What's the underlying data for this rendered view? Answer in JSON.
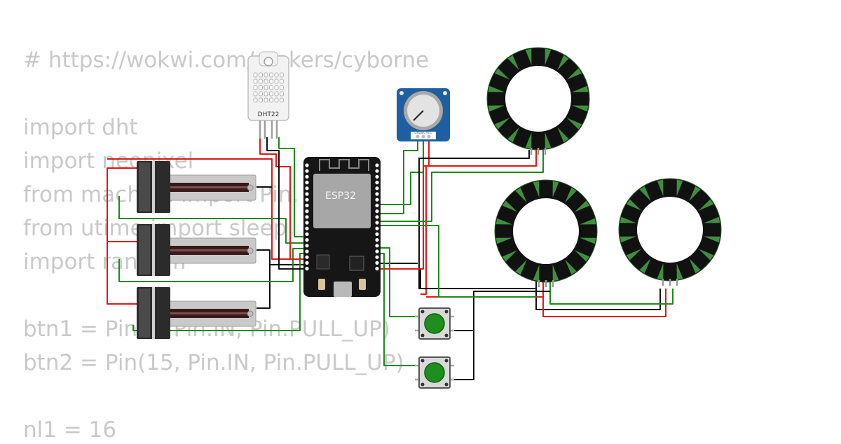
{
  "code_lines": [
    "# https://wokwi.com/makers/cyborne",
    "",
    "import dht",
    "import neopixel",
    "from machine import Pin, ADC",
    "from utime import sleep",
    "import random",
    "",
    "btn1 = Pin(4, Pin.IN, Pin.PULL_UP)",
    "btn2 = Pin(15, Pin.IN, Pin.PULL_UP)",
    "",
    "nl1 = 16"
  ],
  "components": {
    "dht22": {
      "label": "DHT22"
    },
    "esp32": {
      "label": "ESP32"
    },
    "potentiometer": {
      "pin_labels": [
        "GND",
        "SIG",
        "VCC"
      ]
    },
    "sliders": [
      {
        "name": "slide-potentiometer-1"
      },
      {
        "name": "slide-potentiometer-2"
      },
      {
        "name": "slide-potentiometer-3"
      }
    ],
    "neopixel_rings": [
      {
        "name": "neopixel-ring-1",
        "leds": 16
      },
      {
        "name": "neopixel-ring-2",
        "leds": 16
      },
      {
        "name": "neopixel-ring-3",
        "leds": 16
      }
    ],
    "buttons": [
      {
        "name": "pushbutton-1",
        "color": "#1e8f1e"
      },
      {
        "name": "pushbutton-2",
        "color": "#1e8f1e"
      }
    ]
  },
  "colors": {
    "wire_red": "#e01818",
    "wire_green": "#1d8a1d",
    "wire_black": "#111111",
    "ring_body": "#111111",
    "ring_led": "#3f8f3f",
    "pot_board": "#1f5fa0",
    "code_text": "#c9c9c9"
  }
}
